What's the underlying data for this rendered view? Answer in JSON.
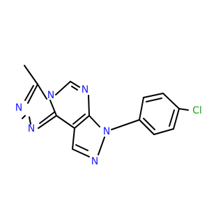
{
  "molecule": {
    "atoms": [
      {
        "label": "N",
        "color": "#1a1aff"
      },
      {
        "label": "N",
        "color": "#1a1aff"
      },
      {
        "label": "N",
        "color": "#1a1aff"
      },
      {
        "label": "N",
        "color": "#1a1aff"
      },
      {
        "label": "N",
        "color": "#1a1aff"
      },
      {
        "label": "N",
        "color": "#1a1aff"
      },
      {
        "label": "Cl",
        "color": "#1fa01f"
      }
    ],
    "bond_color": "#000000"
  }
}
